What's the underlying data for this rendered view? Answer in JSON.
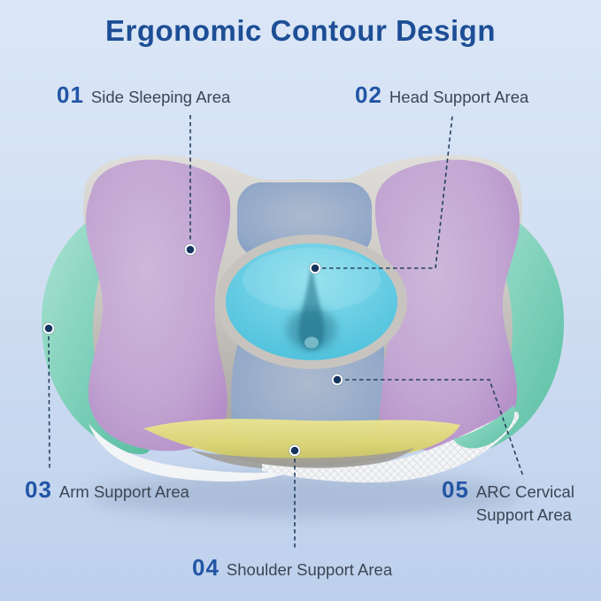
{
  "title": "Ergonomic Contour Design",
  "labels": [
    {
      "number": "01",
      "text": "Side Sleeping Area"
    },
    {
      "number": "02",
      "text": "Head Support Area"
    },
    {
      "number": "03",
      "text": "Arm Support Area"
    },
    {
      "number": "04",
      "text": "Shoulder Support Area"
    },
    {
      "number": "05",
      "text": "ARC Cervical Support Area"
    }
  ],
  "colors": {
    "background_top": "#dbe7f7",
    "background_bottom": "#bdd0ec",
    "title_blue": "#1d4e96",
    "number_blue": "#2255a5",
    "label_text": "#3c4554",
    "leader_line": "#24415f",
    "marker_dot": "#16365e",
    "pillow_base_gray": "#c9c6c1",
    "side_sleeping_purple": "#c0a3d1",
    "arm_support_teal": "#7ccfb8",
    "head_pad_blue": "#8aa2c6",
    "cervical_cyan": "#55c6df",
    "shoulder_yellow": "#ddd778",
    "fabric_white": "#f4f5f7"
  }
}
